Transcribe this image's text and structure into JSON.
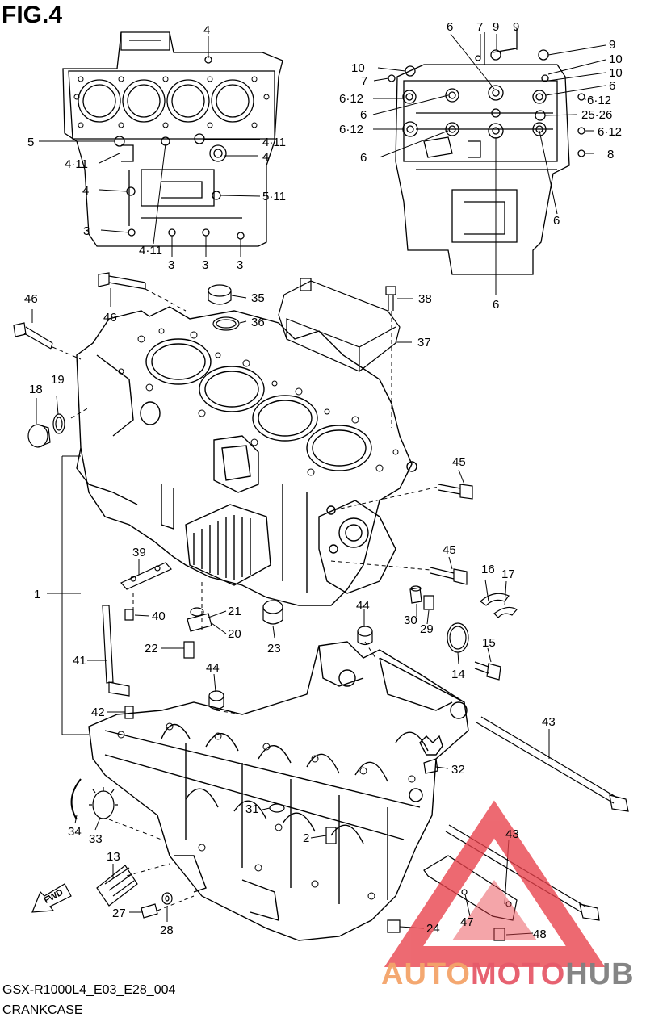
{
  "figure": {
    "title": "FIG.4",
    "code": "GSX-R1000L4_E03_E28_004",
    "name": "CRANKCASE"
  },
  "watermark": {
    "part1": "AUTO",
    "part2": "MOTO",
    "part3": "HUB",
    "colors": {
      "triangle": "#e8404a",
      "auto": "#f4a46a",
      "moto": "#e65a6a",
      "hub": "#7f7f7f"
    }
  },
  "fwd_label": "FWD",
  "labels": {
    "l1": "1",
    "l2": "2",
    "l13": "13",
    "l14": "14",
    "l15": "15",
    "l16": "16",
    "l17": "17",
    "l18": "18",
    "l19": "19",
    "l20": "20",
    "l21": "21",
    "l22": "22",
    "l23": "23",
    "l24": "24",
    "l27": "27",
    "l28": "28",
    "l29": "29",
    "l30": "30",
    "l31": "31",
    "l32": "32",
    "l33": "33",
    "l34": "34",
    "l35": "35",
    "l36": "36",
    "l37": "37",
    "l38": "38",
    "l39": "39",
    "l40": "40",
    "l41": "41",
    "l42": "42",
    "l43a": "43",
    "l43b": "43",
    "l44a": "44",
    "l44b": "44",
    "l45a": "45",
    "l45b": "45",
    "l46a": "46",
    "l46b": "46",
    "l47": "47",
    "l48": "48",
    "ul4a": "4",
    "ul5": "5",
    "ul411a": "4·11",
    "ul4b": "4",
    "ul4c": "4",
    "ul411b": "4·11",
    "ul511": "5·11",
    "ul3a": "3",
    "ul411c": "4·11",
    "ul3b": "3",
    "ul3c": "3",
    "ul3d": "3",
    "ur6a": "6",
    "ur7a": "7",
    "ur9a": "9",
    "ur9b": "9",
    "ur9c": "9",
    "ur10a": "10",
    "ur10b": "10",
    "ur10c": "10",
    "ur7b": "7",
    "ur612a": "6·12",
    "ur6b": "6",
    "ur612b": "6·12",
    "ur6c": "6",
    "ur612c": "6·12",
    "ur6d": "6",
    "ur2526": "25·26",
    "ur612d": "6·12",
    "ur8": "8",
    "ur6e": "6",
    "ur6f": "6"
  }
}
